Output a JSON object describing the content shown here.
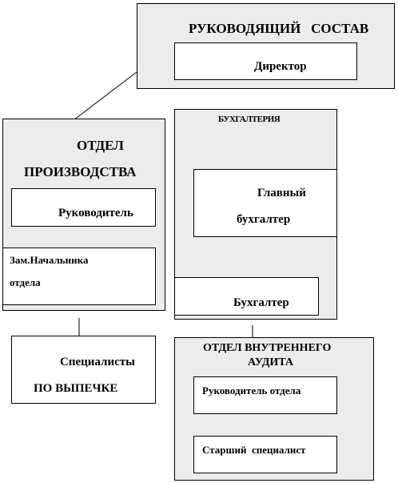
{
  "leadership": {
    "title": "РУКОВОДЯЩИЙ   СОСТАВ",
    "director": "Директор"
  },
  "production": {
    "title_line1": "ОТДЕЛ",
    "title_line2": "ПРОИЗВОДСТВА",
    "head": "Руководитель",
    "deputy_line1": "Зам.Начальника",
    "deputy_line2": "отдела"
  },
  "specialists": {
    "line1": "Специалисты",
    "line2": "ПО ВЫПЕЧКЕ"
  },
  "accounting": {
    "title": "БУХГАЛТЕРИЯ",
    "chief_line1": "Главный",
    "chief_line2": "бухгалтер",
    "accountant": "Бухгалтер"
  },
  "audit": {
    "title_line1": "ОТДЕЛ ВНУТРЕННЕГО",
    "title_line2": "АУДИТА",
    "head": "Руководитель отдела",
    "senior": "Старший  специалист"
  },
  "colors": {
    "panel": "#ececec",
    "box": "#ffffff",
    "border": "#000000"
  }
}
